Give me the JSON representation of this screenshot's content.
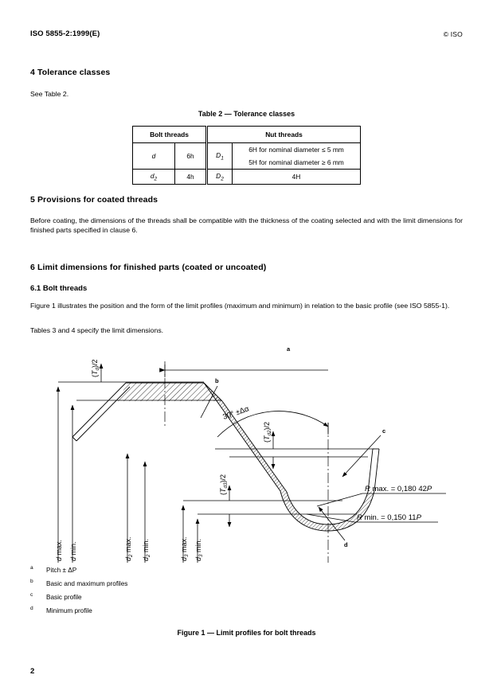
{
  "header": {
    "standard_ref": "ISO 5855-2:1999(E)",
    "copyright": "© ISO"
  },
  "sections": {
    "s4": {
      "heading": "4  Tolerance classes",
      "body": "See Table 2."
    },
    "s5": {
      "heading": "5  Provisions for coated threads",
      "body": "Before coating, the dimensions of the threads shall be compatible with the thickness of the coating selected and with the limit dimensions for finished parts specified in clause 6."
    },
    "s6": {
      "heading": "6  Limit dimensions for finished parts (coated or uncoated)",
      "sub_heading": "6.1  Bolt threads",
      "body1": "Figure 1 illustrates the position and the form of the limit profiles (maximum and minimum) in relation to the basic profile (see ISO 5855-1).",
      "body2": "Tables 3 and 4 specify the limit dimensions."
    }
  },
  "table2": {
    "caption": "Table 2 — Tolerance classes",
    "header_bolt": "Bolt threads",
    "header_nut": "Nut threads",
    "rows": [
      {
        "bolt_symbol": "d",
        "bolt_class": "6h",
        "nut_symbol": "D",
        "nut_symbol_sub": "1",
        "nut_values": [
          "6H for nominal diameter ≤ 5 mm",
          "5H for nominal diameter ≥ 6 mm"
        ]
      },
      {
        "bolt_symbol": "d",
        "bolt_symbol_sub": "2",
        "bolt_class": "4h",
        "nut_symbol": "D",
        "nut_symbol_sub": "2",
        "nut_values": [
          "4H"
        ]
      }
    ]
  },
  "figure": {
    "caption": "Figure 1 — Limit profiles for bolt threads",
    "angle_label": "30°  ±Δα",
    "tolerance_labels": {
      "td": "(T",
      "td_sub": "d",
      "td_tail": ")/2",
      "td2": "(T",
      "td2_sub": "d2",
      "td2_tail": ")/2",
      "td3": "(T",
      "td3_sub": "d3",
      "td3_tail": ")/2"
    },
    "radius_max": "R  max. =  0,180  42P",
    "radius_min": "R  min. =  0,150  11P",
    "dimension_labels": [
      {
        "name": "d max.",
        "sym": "d",
        "sub": "",
        "qual": "max."
      },
      {
        "name": "d min.",
        "sym": "d",
        "sub": "",
        "qual": "min."
      },
      {
        "name": "d2 max.",
        "sym": "d",
        "sub": "2",
        "qual": "max."
      },
      {
        "name": "d2 min.",
        "sym": "d",
        "sub": "2",
        "qual": "min."
      },
      {
        "name": "d3 max.",
        "sym": "d",
        "sub": "3",
        "qual": "max."
      },
      {
        "name": "d3 min.",
        "sym": "d",
        "sub": "3",
        "qual": "min."
      }
    ],
    "callouts": [
      "a",
      "b",
      "c",
      "d"
    ]
  },
  "footnotes": [
    {
      "mark": "a",
      "text": "Pitch ± ΔP"
    },
    {
      "mark": "b",
      "text": "Basic and maximum profiles"
    },
    {
      "mark": "c",
      "text": "Basic profile"
    },
    {
      "mark": "d",
      "text": "Minimum profile"
    }
  ],
  "page_number": "2"
}
